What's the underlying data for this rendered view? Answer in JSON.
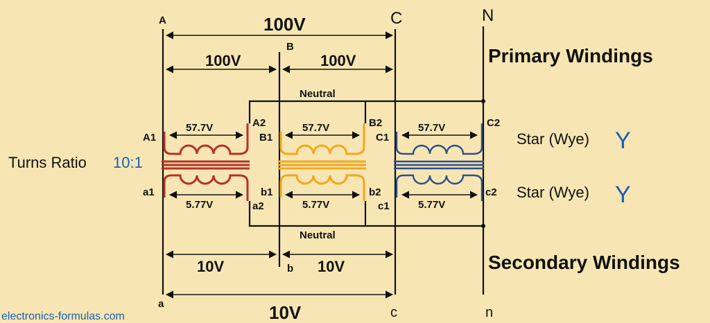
{
  "phase_labels": {
    "A": "A",
    "B": "B",
    "C": "C",
    "N": "N",
    "a": "a",
    "b": "b",
    "c": "c",
    "n": "n"
  },
  "voltages": {
    "primary_line_AC": "100V",
    "primary_line_AB": "100V",
    "primary_line_BC": "100V",
    "secondary_line_ab": "10V",
    "secondary_line_bc": "10V",
    "secondary_line_ac": "10V",
    "primary_phase": "57.7V",
    "secondary_phase": "5.77V"
  },
  "terminals": {
    "A1": "A1",
    "A2": "A2",
    "B1": "B1",
    "B2": "B2",
    "C1": "C1",
    "C2": "C2",
    "a1": "a1",
    "a2": "a2",
    "b1": "b1",
    "b2": "b2",
    "c1": "c1",
    "c2": "c2"
  },
  "neutral_label": "Neutral",
  "primary_windings_title": "Primary Windings",
  "secondary_windings_title": "Secondary Windings",
  "star_label": "Star (Wye)",
  "star_symbol": "Y",
  "turns_ratio_label": "Turns Ratio",
  "turns_ratio_value": "10:1",
  "watermark": "electronics-formulas.com",
  "colors": {
    "background": "#f7e6b3",
    "phase_a": "#b5312a",
    "phase_b": "#f2a81d",
    "phase_c": "#2c4f8f",
    "accent_blue": "#1a5fb4"
  }
}
